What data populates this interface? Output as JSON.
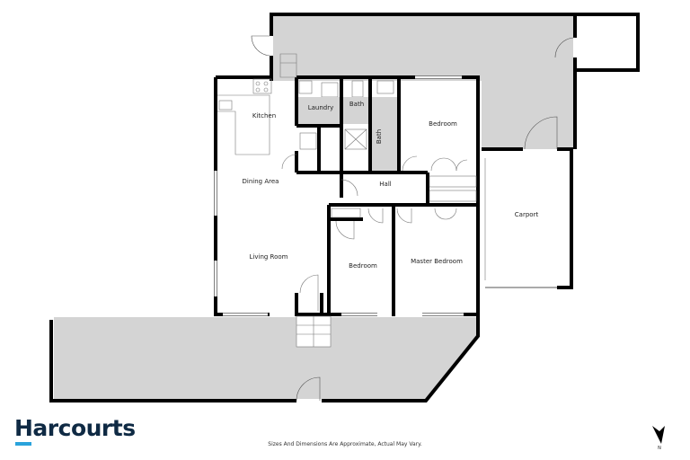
{
  "rooms": {
    "kitchen": "Kitchen",
    "laundry": "Laundry",
    "bath_1": "Bath",
    "bath_2": "Bath",
    "bedroom_top": "Bedroom",
    "dining_area": "Dining Area",
    "hall": "Hall",
    "carport": "Carport",
    "living_room": "Living Room",
    "bedroom_bottom": "Bedroom",
    "master_bedroom": "Master Bedroom"
  },
  "footer": {
    "brand": "Harcourts",
    "disclaimer": "Sizes And Dimensions Are Approximate, Actual May Vary.",
    "north_label": "N"
  },
  "colors": {
    "wall": "#000000",
    "outdoor_fill": "#d4d4d4",
    "brand_navy": "#0f2a44",
    "brand_blue": "#2aa3dc"
  }
}
